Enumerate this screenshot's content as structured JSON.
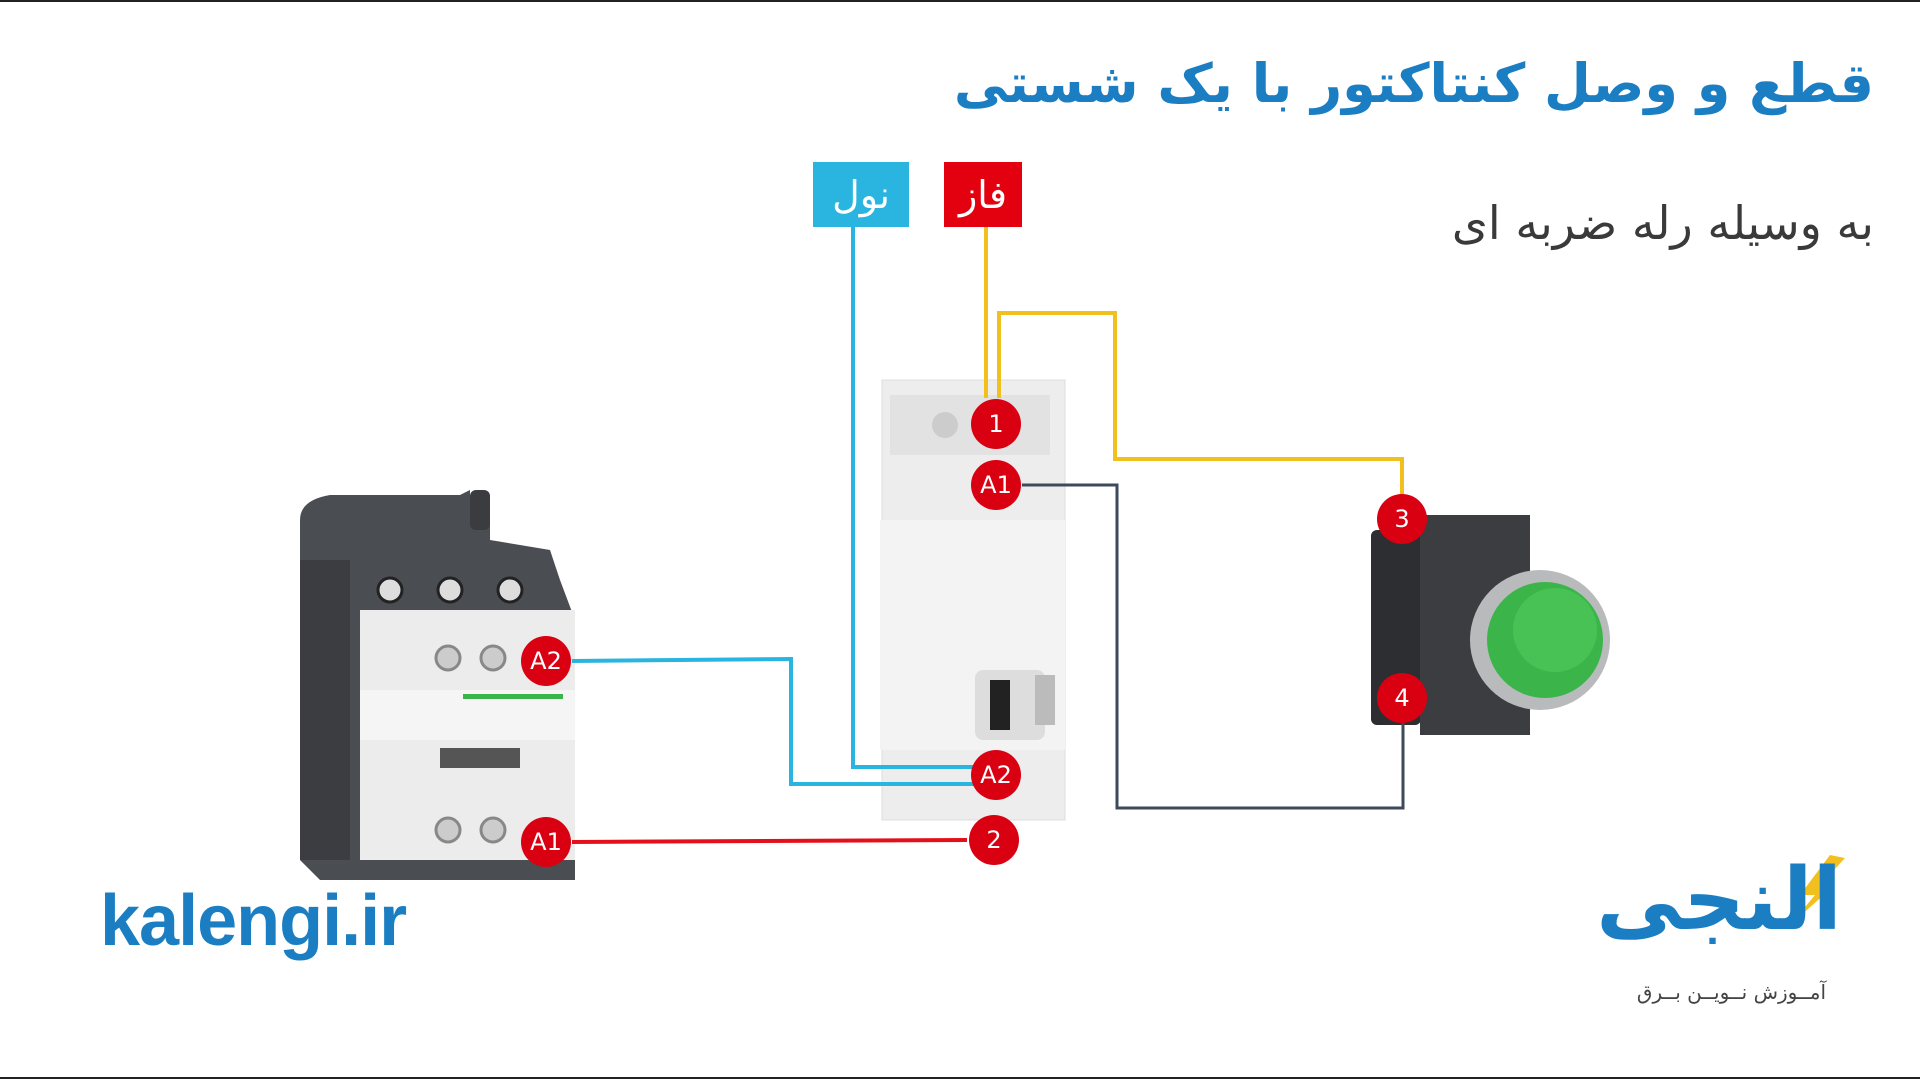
{
  "title": "قطع و وصل کنتاکتور با یک شستی",
  "subtitle": "به وسیله رله ضربه ای",
  "labels": {
    "neutral": "نول",
    "phase": "فاز"
  },
  "terminals": {
    "relay_1": "1",
    "relay_A1": "A1",
    "relay_A2": "A2",
    "relay_2": "2",
    "button_3": "3",
    "button_4": "4",
    "contactor_A2": "A2",
    "contactor_A1": "A1"
  },
  "logos": {
    "left": "kalengi.ir",
    "right": "النجی",
    "tagline": "آمــوزش نــویــن بــرق"
  },
  "colors": {
    "title": "#1b7ec2",
    "neutral": "#29b5e0",
    "phase": "#e3000f",
    "phase_wire": "#f2c01e",
    "control_wire": "#3d4a5a",
    "contactor_wire": "#e3101a",
    "terminal": "#d90012",
    "button": "#3bb54a"
  }
}
